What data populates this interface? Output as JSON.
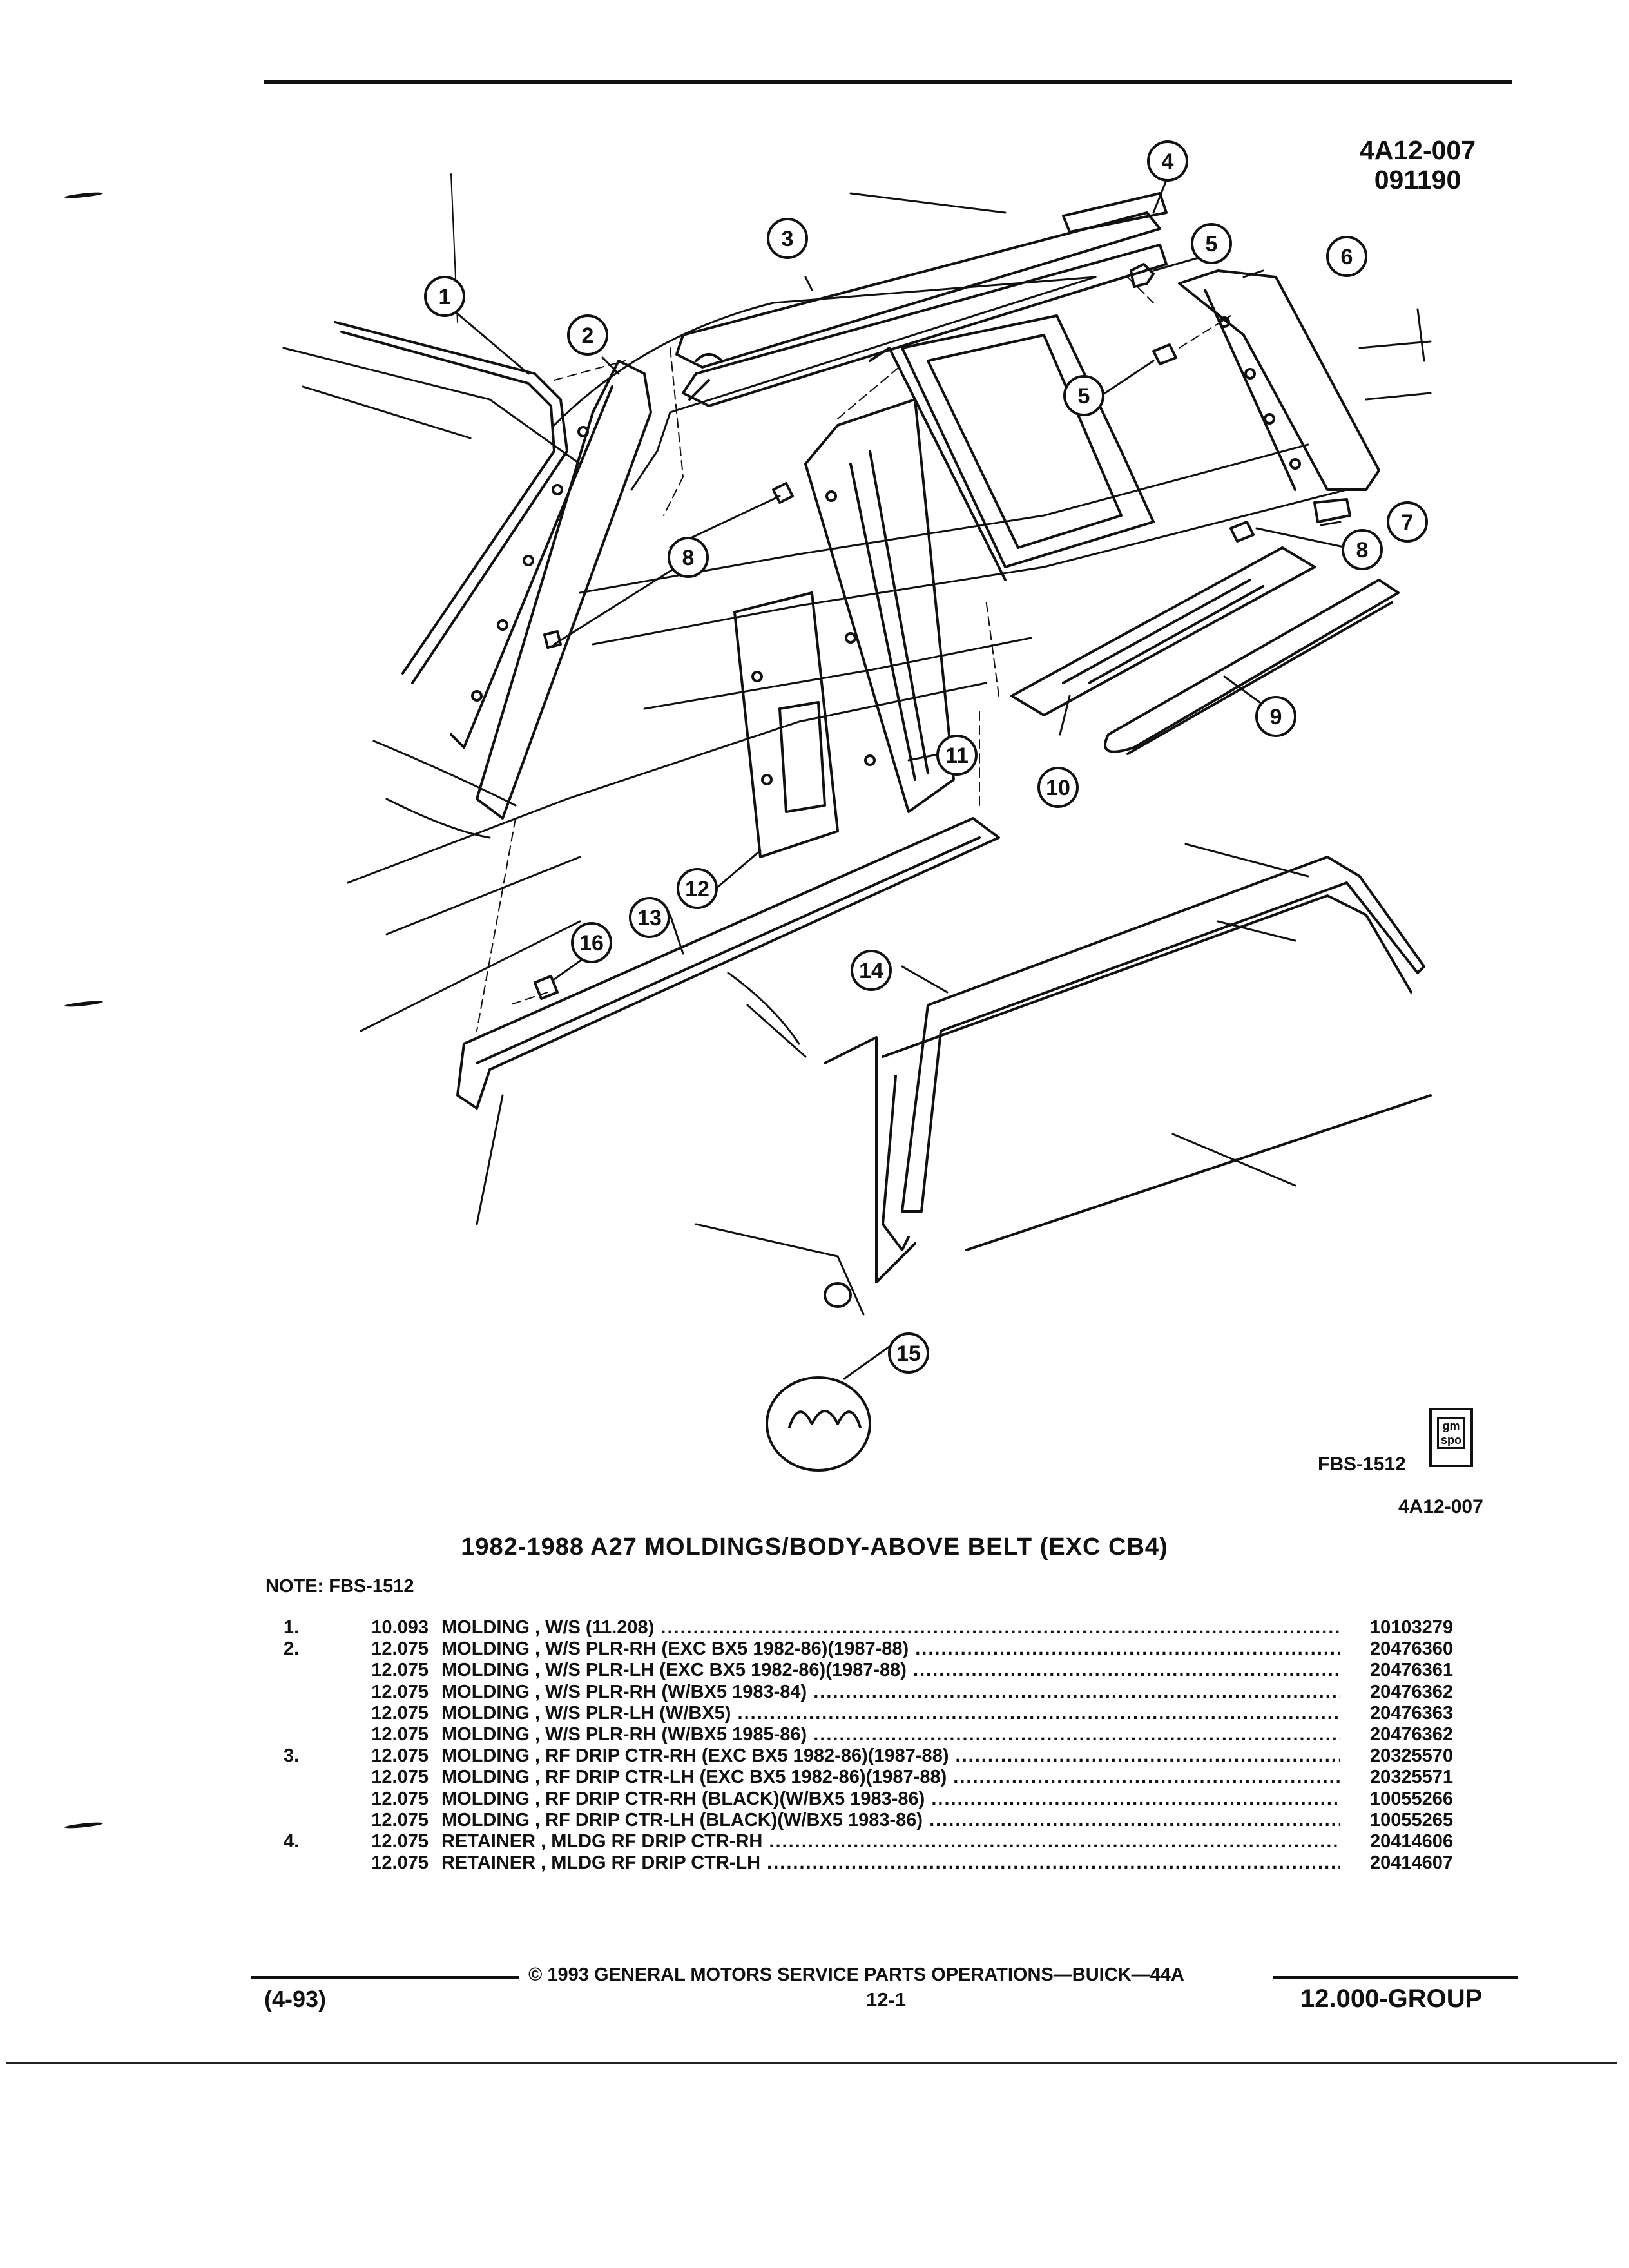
{
  "header": {
    "figure_id": "4A12-007",
    "figure_date": "091190"
  },
  "diagram": {
    "callouts": [
      "1",
      "2",
      "3",
      "4",
      "5",
      "5",
      "6",
      "7",
      "8",
      "8",
      "9",
      "10",
      "11",
      "12",
      "13",
      "14",
      "15",
      "16"
    ],
    "figure_code": "FBS-1512",
    "logo_text": "gm spo",
    "figure_id_bottom": "4A12-007"
  },
  "title": "1982-1988 A27 MOLDINGS/BODY-ABOVE BELT (EXC CB4)",
  "note": "NOTE:  FBS-1512",
  "parts": [
    {
      "num": "1.",
      "code": "10.093",
      "desc": "MOLDING , W/S (11.208)",
      "part": "10103279"
    },
    {
      "num": "2.",
      "code": "12.075",
      "desc": "MOLDING , W/S PLR-RH (EXC BX5 1982-86)(1987-88)",
      "part": "20476360"
    },
    {
      "num": "",
      "code": "12.075",
      "desc": "MOLDING , W/S PLR-LH (EXC BX5 1982-86)(1987-88)",
      "part": "20476361"
    },
    {
      "num": "",
      "code": "12.075",
      "desc": "MOLDING , W/S PLR-RH (W/BX5 1983-84)",
      "part": "20476362"
    },
    {
      "num": "",
      "code": "12.075",
      "desc": "MOLDING , W/S PLR-LH (W/BX5)",
      "part": "20476363"
    },
    {
      "num": "",
      "code": "12.075",
      "desc": "MOLDING , W/S PLR-RH (W/BX5 1985-86)",
      "part": "20476362"
    },
    {
      "num": "3.",
      "code": "12.075",
      "desc": "MOLDING , RF DRIP CTR-RH (EXC BX5 1982-86)(1987-88)",
      "part": "20325570"
    },
    {
      "num": "",
      "code": "12.075",
      "desc": "MOLDING , RF DRIP CTR-LH (EXC BX5 1982-86)(1987-88)",
      "part": "20325571"
    },
    {
      "num": "",
      "code": "12.075",
      "desc": "MOLDING , RF DRIP CTR-RH (BLACK)(W/BX5 1983-86)",
      "part": "10055266"
    },
    {
      "num": "",
      "code": "12.075",
      "desc": "MOLDING , RF DRIP CTR-LH (BLACK)(W/BX5 1983-86)",
      "part": "10055265"
    },
    {
      "num": "4.",
      "code": "12.075",
      "desc": "RETAINER , MLDG RF DRIP CTR-RH",
      "part": "20414606"
    },
    {
      "num": "",
      "code": "12.075",
      "desc": "RETAINER , MLDG RF DRIP CTR-LH",
      "part": "20414607"
    }
  ],
  "footer": {
    "copyright": "© 1993  GENERAL MOTORS SERVICE PARTS OPERATIONS—BUICK—44A",
    "date": "(4-93)",
    "page": "12-1",
    "group": "12.000-GROUP"
  }
}
